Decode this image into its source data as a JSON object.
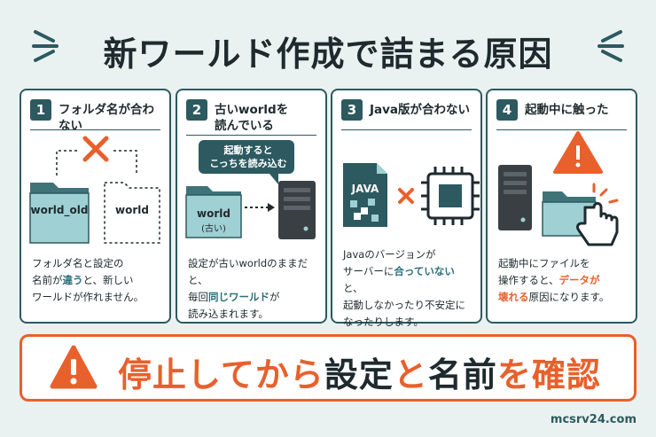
{
  "title": "新ワールド作成で詰まる原因",
  "cards": [
    {
      "num": "1",
      "title": "フォルダ名が合わない",
      "folder_a": "world_old",
      "folder_b": "world",
      "desc": [
        "フォルダ名と設定の",
        "名前が",
        "違う",
        "と、新しい",
        "ワールドが作れません。"
      ]
    },
    {
      "num": "2",
      "title": "古いworldを読んでいる",
      "bubble": [
        "起動すると",
        "こっちを読み込む"
      ],
      "folder": "world",
      "folder_sub": "(古い)",
      "desc": [
        "設定が古いworldのままだと、",
        "毎回",
        "同じワールド",
        "が",
        "読み込まれます。"
      ]
    },
    {
      "num": "3",
      "title": "Java版が合わない",
      "file_label": "JAVA",
      "desc": [
        "Javaのバージョンが",
        "サーバーに",
        "合っていない",
        "と、",
        "起動しなかったり不安定に",
        "なったりします。"
      ]
    },
    {
      "num": "4",
      "title": "起動中に触った",
      "desc": [
        "起動中にファイルを",
        "操作すると、",
        "データが",
        "壊れる",
        "原因になります。"
      ]
    }
  ],
  "banner": {
    "part1": "停止してから",
    "part2": "設定",
    "part3": "と",
    "part4": "名前",
    "part5": "を確認"
  },
  "footer": "mcsrv24.com",
  "colors": {
    "teal": "#2c5a60",
    "accent_teal": "#2a6f78",
    "orange": "#e8602c",
    "background": "#eaf2f1"
  }
}
